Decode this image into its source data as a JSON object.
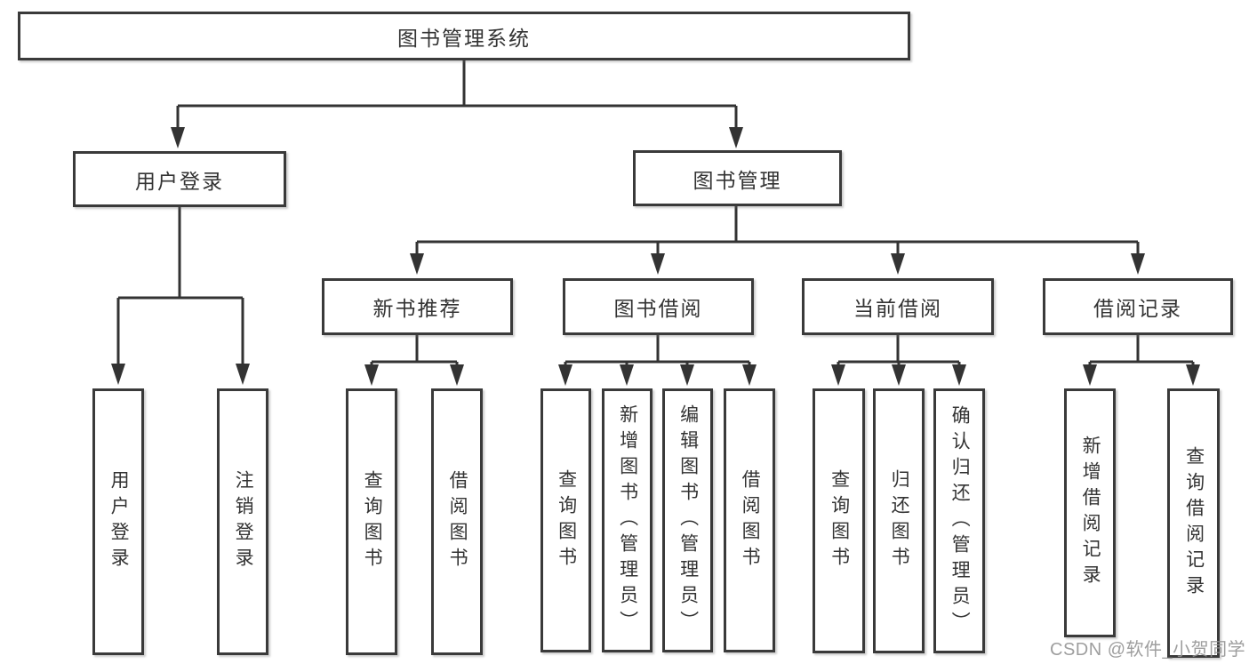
{
  "tree": {
    "label": "图书管理系统",
    "children": [
      {
        "label": "用户登录",
        "children": [
          {
            "label": "用户登录"
          },
          {
            "label": "注销登录"
          }
        ]
      },
      {
        "label": "图书管理",
        "children": [
          {
            "label": "新书推荐",
            "children": [
              {
                "label": "查询图书"
              },
              {
                "label": "借阅图书"
              }
            ]
          },
          {
            "label": "图书借阅",
            "children": [
              {
                "label": "查询图书"
              },
              {
                "label": "新增图书（管理员）"
              },
              {
                "label": "编辑图书（管理员）"
              },
              {
                "label": "借阅图书"
              }
            ]
          },
          {
            "label": "当前借阅",
            "children": [
              {
                "label": "查询图书"
              },
              {
                "label": "归还图书"
              },
              {
                "label": "确认归还（管理员）"
              }
            ]
          },
          {
            "label": "借阅记录",
            "children": [
              {
                "label": "新增借阅记录"
              },
              {
                "label": "查询借阅记录"
              }
            ]
          }
        ]
      }
    ]
  },
  "watermark": {
    "text": "CSDN @软件_小贺同学"
  },
  "colors": {
    "line": "#333333",
    "box_border": "#3a3a3a",
    "box_fill": "#ffffff",
    "text": "#333333",
    "watermark": "#949494"
  }
}
